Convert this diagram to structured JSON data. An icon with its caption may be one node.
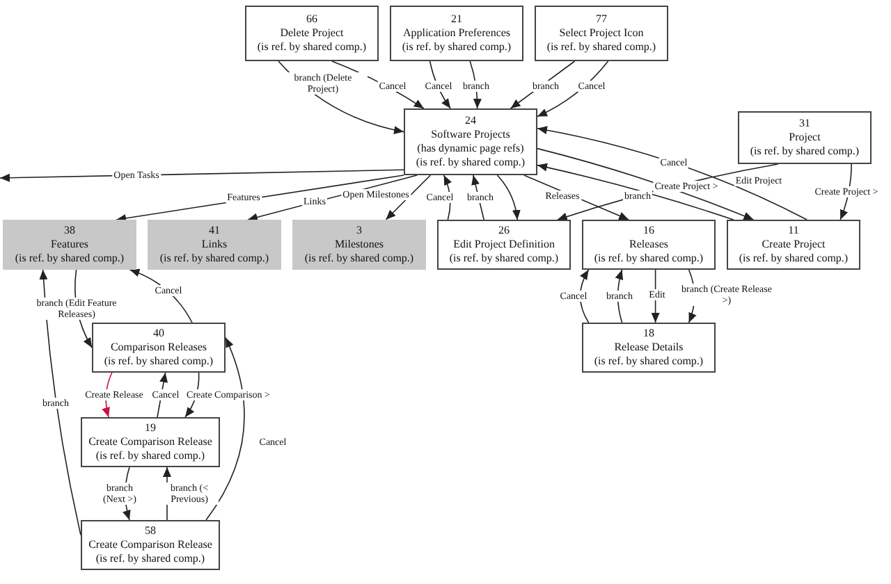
{
  "diagram": {
    "nodes": [
      {
        "text": [
          "66",
          "Delete Project",
          "(is ref. by shared comp.)"
        ]
      },
      {
        "text": [
          "21",
          "Application Preferences",
          "(is ref. by shared comp.)"
        ]
      },
      {
        "text": [
          "77",
          "Select Project Icon",
          "(is ref. by shared comp.)"
        ]
      },
      {
        "text": [
          "24",
          "Software Projects",
          "(has dynamic page refs)",
          "(is ref. by shared comp.)"
        ]
      },
      {
        "text": [
          "31",
          "Project",
          "(is ref. by shared comp.)"
        ]
      },
      {
        "text": [
          "38",
          "Features",
          "(is ref. by shared comp.)"
        ]
      },
      {
        "text": [
          "41",
          "Links",
          "(is ref. by shared comp.)"
        ]
      },
      {
        "text": [
          "3",
          "Milestones",
          "(is ref. by shared comp.)"
        ]
      },
      {
        "text": [
          "26",
          "Edit Project Definition",
          "(is ref. by shared comp.)"
        ]
      },
      {
        "text": [
          "16",
          "Releases",
          "(is ref. by shared comp.)"
        ]
      },
      {
        "text": [
          "11",
          "Create Project",
          "(is ref. by shared comp.)"
        ]
      },
      {
        "text": [
          "18",
          "Release Details",
          "(is ref. by shared comp.)"
        ]
      },
      {
        "text": [
          "40",
          "Comparison Releases",
          "(is ref. by shared comp.)"
        ]
      },
      {
        "text": [
          "19",
          "Create Comparison Release",
          "(is ref. by shared comp.)"
        ]
      },
      {
        "text": [
          "58",
          "Create Comparison Release",
          "(is ref. by shared comp.)"
        ]
      }
    ],
    "edges": [
      {
        "from": 0,
        "to": 3,
        "arrow": "to",
        "label": "branch (Delete Project)"
      },
      {
        "from": 0,
        "to": 3,
        "arrow": "to",
        "label": "Cancel"
      },
      {
        "from": 1,
        "to": 3,
        "arrow": "to",
        "label": "Cancel"
      },
      {
        "from": 1,
        "to": 3,
        "arrow": "to",
        "label": "branch"
      },
      {
        "from": 2,
        "to": 3,
        "arrow": "to",
        "label": "branch"
      },
      {
        "from": 2,
        "to": 3,
        "arrow": "to",
        "label": "Cancel"
      },
      {
        "from": 3,
        "to": null,
        "arrow": "to",
        "label": "Open Tasks"
      },
      {
        "from": 3,
        "to": 5,
        "arrow": "to",
        "label": "Features"
      },
      {
        "from": 3,
        "to": 6,
        "arrow": "to",
        "label": "Links"
      },
      {
        "from": 3,
        "to": 7,
        "arrow": "to",
        "label": "Open Milestones"
      },
      {
        "from": 8,
        "to": 3,
        "arrow": "to",
        "label": "Cancel"
      },
      {
        "from": 8,
        "to": 3,
        "arrow": "to",
        "label": "branch"
      },
      {
        "from": 3,
        "to": 8,
        "arrow": "to"
      },
      {
        "from": 3,
        "to": 9,
        "arrow": "to",
        "label": "Releases"
      },
      {
        "from": 10,
        "to": 3,
        "arrow": "to",
        "label": "branch"
      },
      {
        "from": 3,
        "to": 10,
        "arrow": "to",
        "label": "Create Project >"
      },
      {
        "from": 10,
        "to": 3,
        "arrow": "to",
        "label": "Cancel"
      },
      {
        "from": 4,
        "to": 8,
        "arrow": "to",
        "label": "Edit Project"
      },
      {
        "from": 4,
        "to": 10,
        "arrow": "to",
        "label": "Create Project >"
      },
      {
        "from": 9,
        "to": 11,
        "arrow": "to",
        "label": "Edit"
      },
      {
        "from": 9,
        "to": 11,
        "arrow": "to",
        "label": "branch (Create Release >)"
      },
      {
        "from": 11,
        "to": 9,
        "arrow": "to",
        "label": "Cancel"
      },
      {
        "from": 11,
        "to": 9,
        "arrow": "to",
        "label": "branch"
      },
      {
        "from": 5,
        "to": 12,
        "arrow": "to",
        "label": "branch (Edit Feature Releases)"
      },
      {
        "from": 12,
        "to": 5,
        "arrow": "to",
        "label": "Cancel"
      },
      {
        "from": 14,
        "to": 5,
        "arrow": "to",
        "label": "branch"
      },
      {
        "from": 12,
        "to": 13,
        "arrow": "to",
        "label": "Create Release",
        "color": "#cc1144"
      },
      {
        "from": 13,
        "to": 12,
        "arrow": "to",
        "label": "Cancel"
      },
      {
        "from": 12,
        "to": 13,
        "arrow": "to",
        "label": "Create Comparison >"
      },
      {
        "from": 13,
        "to": 14,
        "arrow": "to",
        "label": "branch (Next >)"
      },
      {
        "from": 14,
        "to": 13,
        "arrow": "to",
        "label": "branch (< Previous)"
      },
      {
        "from": 14,
        "to": 12,
        "arrow": "to",
        "label": "Cancel"
      }
    ]
  }
}
